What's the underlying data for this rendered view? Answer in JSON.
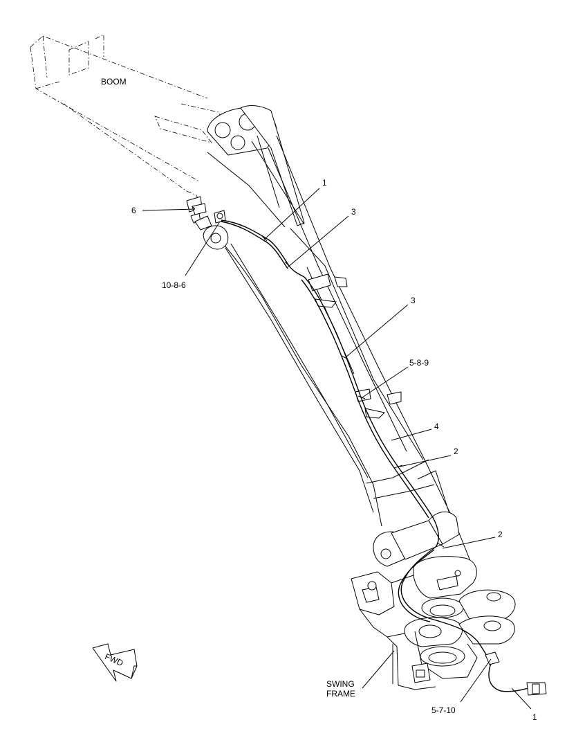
{
  "labels": {
    "boom": "BOOM",
    "swing_frame_1": "SWING",
    "swing_frame_2": "FRAME",
    "fwd": "FWD"
  },
  "callouts": [
    {
      "id": "c1-top",
      "text": "1"
    },
    {
      "id": "c3-upper",
      "text": "3"
    },
    {
      "id": "c6",
      "text": "6"
    },
    {
      "id": "c10-8-6",
      "text": "10-8-6"
    },
    {
      "id": "c3-lower",
      "text": "3"
    },
    {
      "id": "c5-8-9",
      "text": "5-8-9"
    },
    {
      "id": "c4",
      "text": "4"
    },
    {
      "id": "c2-upper",
      "text": "2"
    },
    {
      "id": "c2-lower",
      "text": "2"
    },
    {
      "id": "c5-7-10",
      "text": "5-7-10"
    },
    {
      "id": "c1-bottom",
      "text": "1"
    }
  ]
}
